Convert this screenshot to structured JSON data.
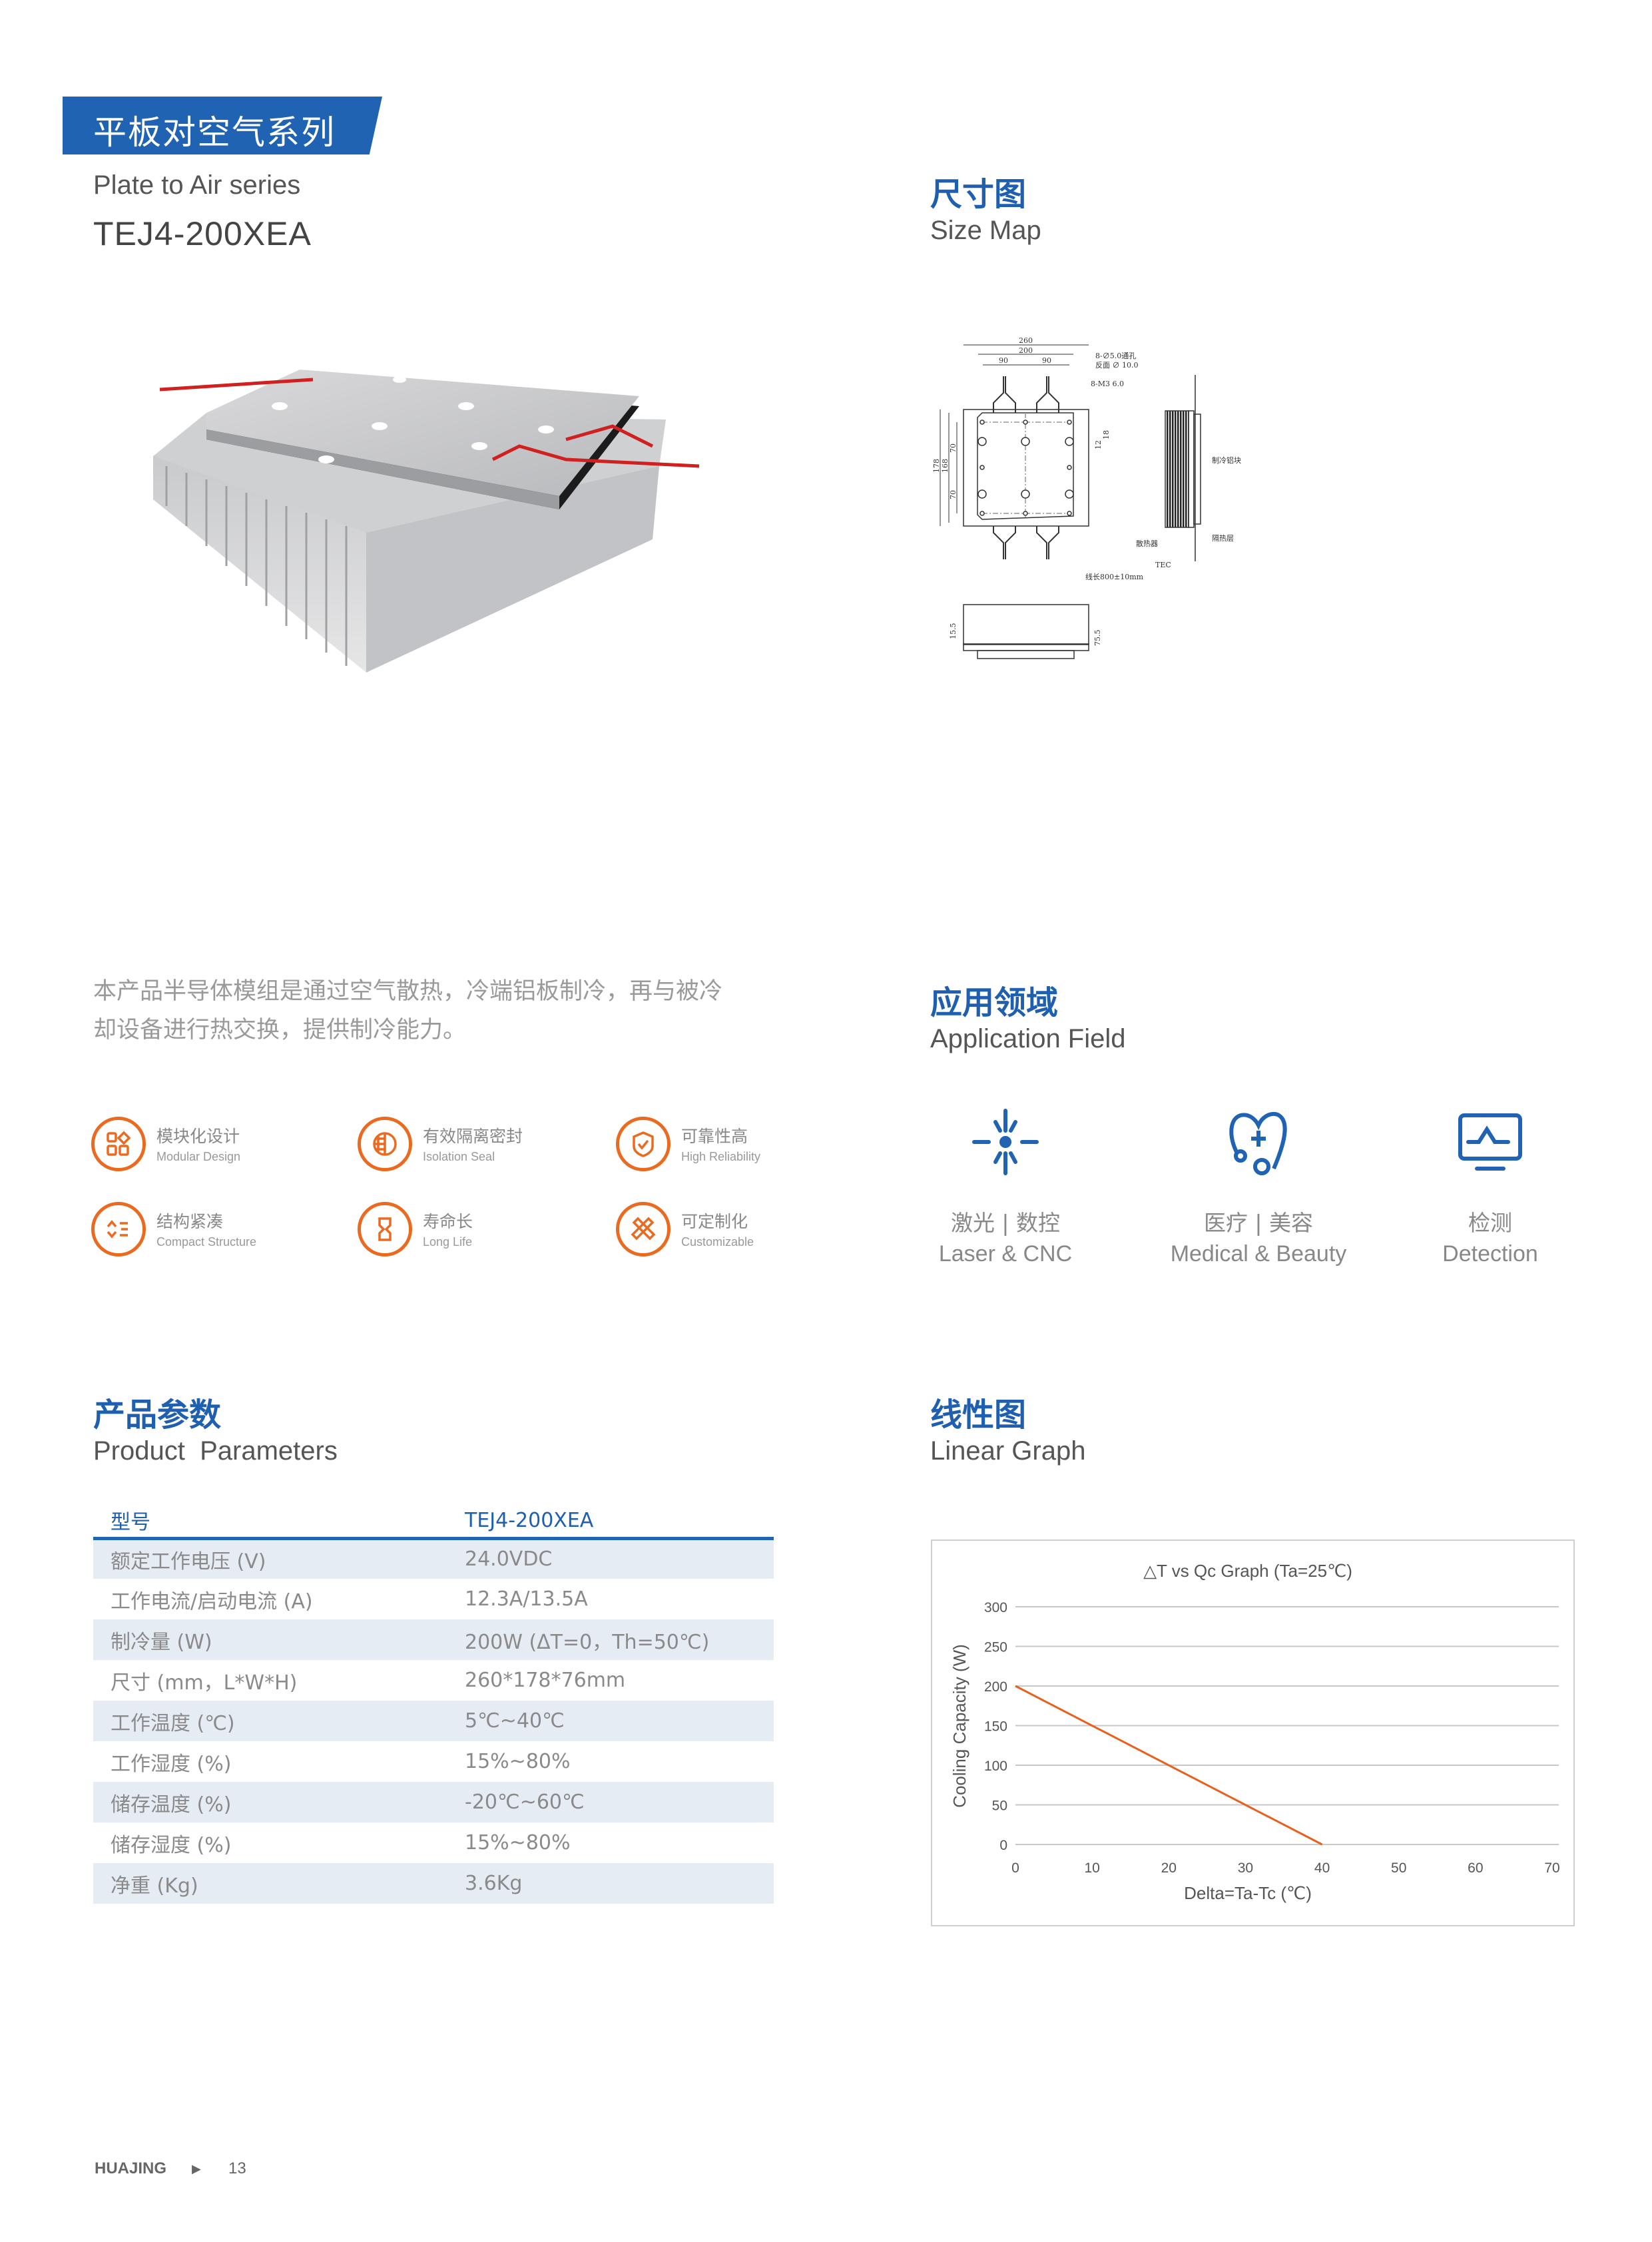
{
  "header": {
    "series_cn": "平板对空气系列",
    "series_en": "Plate to Air series",
    "model": "TEJ4-200XEA"
  },
  "size_map": {
    "title_cn": "尺寸图",
    "title_en": "Size Map",
    "dims": [
      "260",
      "200",
      "90",
      "90",
      "178",
      "168",
      "70",
      "70",
      "18",
      "12",
      "15.5",
      "75.5"
    ],
    "notes": [
      "8-∅5.0通孔",
      "反面 ∅ 10.0",
      "8-M3 6.0",
      "线长800±10mm",
      "制冷铝块",
      "隔热层",
      "散热器",
      "TEC"
    ]
  },
  "description": [
    "本产品半导体模组是通过空气散热，冷端铝板制冷，再与被冷",
    "却设备进行热交换，提供制冷能力。"
  ],
  "features": [
    {
      "cn": "模块化设计",
      "en": "Modular Design",
      "icon": "modules-icon"
    },
    {
      "cn": "有效隔离密封",
      "en": "Isolation Seal",
      "icon": "seal-icon"
    },
    {
      "cn": "可靠性高",
      "en": "High Reliability",
      "icon": "shield-check-icon"
    },
    {
      "cn": "结构紧凑",
      "en": "Compact Structure",
      "icon": "compact-icon"
    },
    {
      "cn": "寿命长",
      "en": "Long Life",
      "icon": "hourglass-icon"
    },
    {
      "cn": "可定制化",
      "en": "Customizable",
      "icon": "tools-icon"
    }
  ],
  "application": {
    "title_cn": "应用领域",
    "title_en": "Application Field",
    "items": [
      {
        "cn": "激光 | 数控",
        "en": "Laser & CNC",
        "icon": "laser-icon"
      },
      {
        "cn": "医疗 | 美容",
        "en": "Medical & Beauty",
        "icon": "medical-heart-icon"
      },
      {
        "cn": "检测",
        "en": "Detection",
        "icon": "monitor-icon"
      }
    ]
  },
  "parameters": {
    "title_cn": "产品参数",
    "title_en": "Product  Parameters",
    "header": [
      "型号",
      "TEJ4-200XEA"
    ],
    "rows": [
      [
        "额定工作电压 (V)",
        "24.0VDC"
      ],
      [
        "工作电流/启动电流 (A)",
        "12.3A/13.5A"
      ],
      [
        "制冷量 (W)",
        "200W (ΔT=0，Th=50℃)"
      ],
      [
        "尺寸 (mm，L*W*H)",
        "260*178*76mm"
      ],
      [
        "工作温度 (℃)",
        "5℃~40℃"
      ],
      [
        "工作湿度 (%)",
        "15%~80%"
      ],
      [
        "储存温度 (%)",
        "-20℃~60℃"
      ],
      [
        "储存湿度 (%)",
        "15%~80%"
      ],
      [
        "净重 (Kg)",
        "3.6Kg"
      ]
    ]
  },
  "linear": {
    "title_cn": "线性图",
    "title_en": "Linear Graph"
  },
  "chart_data": {
    "type": "line",
    "title": "△T vs Qc Graph (Ta=25℃)",
    "xlabel": "Delta=Ta-Tc (℃)",
    "ylabel": "Cooling Capacity (W)",
    "xlim": [
      0,
      70
    ],
    "ylim": [
      0,
      300
    ],
    "xticks": [
      0,
      10,
      20,
      30,
      40,
      50,
      60,
      70
    ],
    "yticks": [
      0,
      50,
      100,
      150,
      200,
      250,
      300
    ],
    "grid": "horizontal",
    "series": [
      {
        "name": "Qc",
        "color": "#e8601c",
        "x": [
          0,
          40
        ],
        "y": [
          200,
          0
        ]
      }
    ]
  },
  "footer": {
    "brand": "HUAJING",
    "arrow": "▶",
    "page": "13"
  },
  "colors": {
    "brand_blue": "#1f63b2",
    "accent_orange": "#ea6a1f"
  }
}
